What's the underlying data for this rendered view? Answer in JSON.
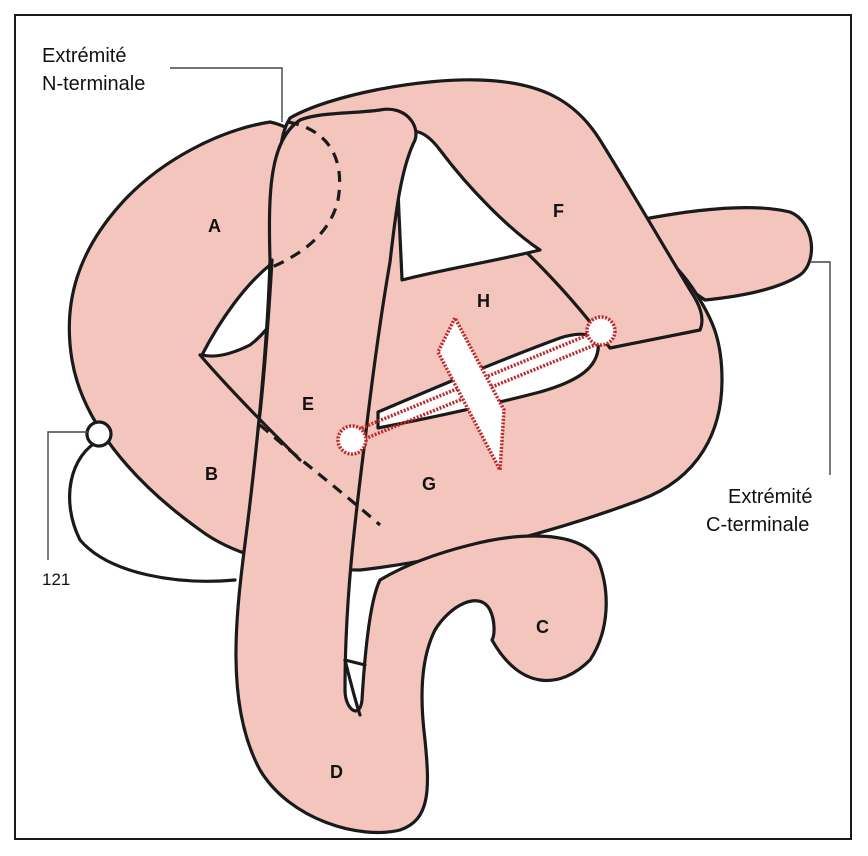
{
  "labels": {
    "n_terminal_line1": "Extrémité",
    "n_terminal_line2": "N-terminale",
    "c_terminal_line1": "Extrémité",
    "c_terminal_line2": "C-terminale",
    "residue_number": "121"
  },
  "segments": {
    "a": "A",
    "b": "B",
    "c": "C",
    "d": "D",
    "e": "E",
    "f": "F",
    "g": "G",
    "h": "H"
  },
  "colors": {
    "ribbon_fill": "#f4c5bc",
    "outline": "#1a1a1a",
    "disulfide_red": "#c0282a"
  }
}
